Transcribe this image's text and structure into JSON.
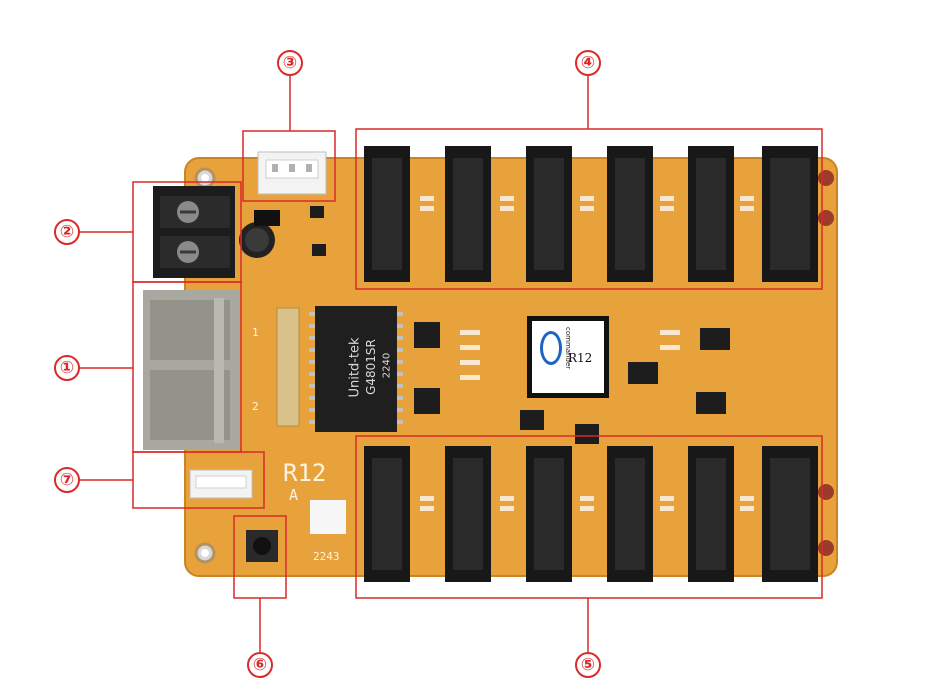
{
  "image": {
    "subject": "LED receiving card circuit board",
    "board_color": "#e8a23c",
    "highlight_color": "#d92a2a"
  },
  "callouts": [
    {
      "id": "1",
      "label": "①"
    },
    {
      "id": "2",
      "label": "②"
    },
    {
      "id": "3",
      "label": "③"
    },
    {
      "id": "4",
      "label": "④"
    },
    {
      "id": "5",
      "label": "⑤"
    },
    {
      "id": "6",
      "label": "⑥"
    },
    {
      "id": "7",
      "label": "⑦"
    }
  ],
  "board_text": {
    "model": "R12",
    "revision": "A",
    "date_code": "2243",
    "port_1": "1",
    "port_2": "2",
    "transformer_brand": "Unitd-tek",
    "transformer_part": "G4801SR",
    "transformer_code": "2240",
    "logo_brand": "commander",
    "logo_model": "R12"
  }
}
